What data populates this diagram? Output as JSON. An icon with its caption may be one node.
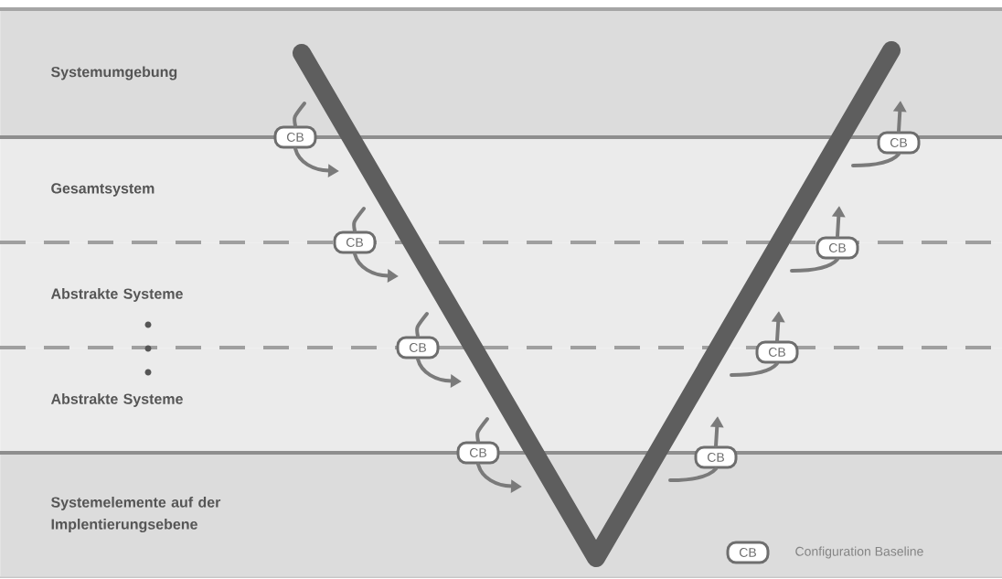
{
  "diagram": {
    "nodes": [
      {
        "text": [
          "Systemumgebung"
        ]
      },
      {
        "text": [
          "Gesamtsystem"
        ]
      },
      {
        "text": [
          "Abstrakte Systeme"
        ]
      },
      {
        "text": [
          "Abstrakte Systeme"
        ]
      },
      {
        "text": [
          "Systemelemente auf der Implentierungsebene"
        ]
      },
      {
        "text": [
          "CB"
        ]
      },
      {
        "text": [
          "CB"
        ]
      },
      {
        "text": [
          "CB"
        ]
      },
      {
        "text": [
          "CB"
        ]
      },
      {
        "text": [
          "CB"
        ]
      },
      {
        "text": [
          "CB"
        ]
      },
      {
        "text": [
          "CB"
        ]
      },
      {
        "text": [
          "CB"
        ]
      }
    ],
    "edges": [
      {
        "from": 5,
        "to": 1,
        "arrow": "to"
      },
      {
        "from": 6,
        "to": 2,
        "arrow": "to"
      },
      {
        "from": 7,
        "to": 3,
        "arrow": "to"
      },
      {
        "from": 8,
        "to": 4,
        "arrow": "to"
      },
      {
        "from": 9,
        "to": 0,
        "arrow": "to"
      },
      {
        "from": 10,
        "to": 1,
        "arrow": "to"
      },
      {
        "from": 11,
        "to": 2,
        "arrow": "to"
      },
      {
        "from": 12,
        "to": 3,
        "arrow": "to"
      }
    ],
    "labels": [
      "CB"
    ],
    "legend": [
      {
        "text": "Configuration Baseline"
      }
    ]
  }
}
